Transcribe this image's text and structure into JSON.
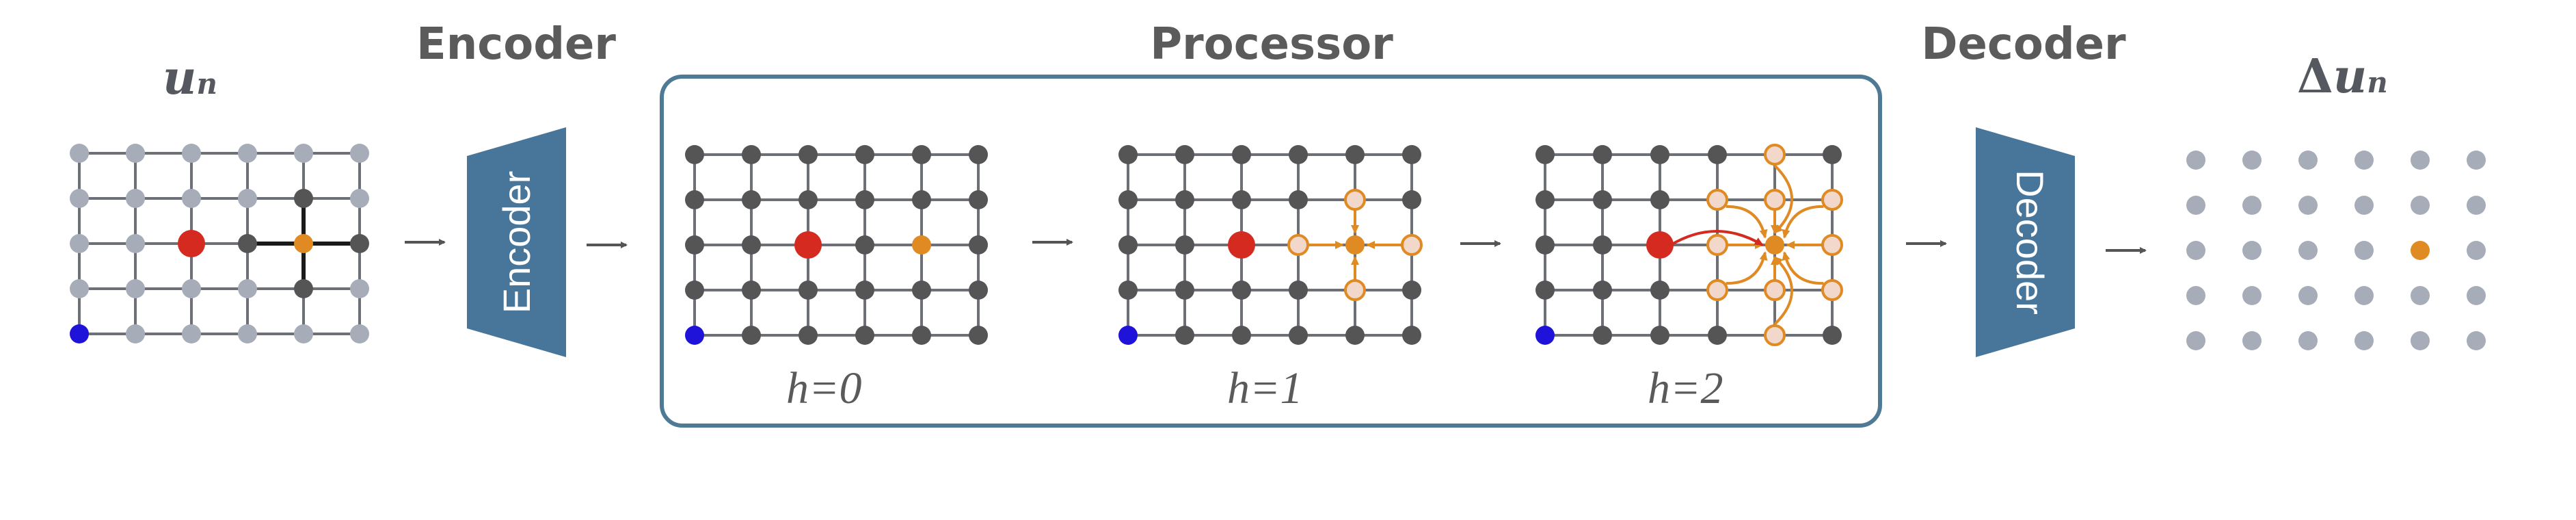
{
  "titles": {
    "encoder": "Encoder",
    "processor": "Processor",
    "decoder": "Decoder"
  },
  "labels": {
    "input_symbol": "u",
    "input_subscript": "n",
    "output_prefix": "Δ",
    "output_symbol": "u",
    "output_subscript": "n",
    "encoder_block": "Encoder",
    "decoder_block": "Decoder"
  },
  "processor_steps": [
    "h=0",
    "h=1",
    "h=2"
  ],
  "colors": {
    "node_light": "#a6adb9",
    "node_dark": "#555555",
    "node_red": "#d42a20",
    "node_blue": "#1f12d9",
    "node_orange": "#e08a23",
    "node_halo": "#f2d8cb",
    "block_fill": "#48769a",
    "frame_stroke": "#4f7a96"
  }
}
